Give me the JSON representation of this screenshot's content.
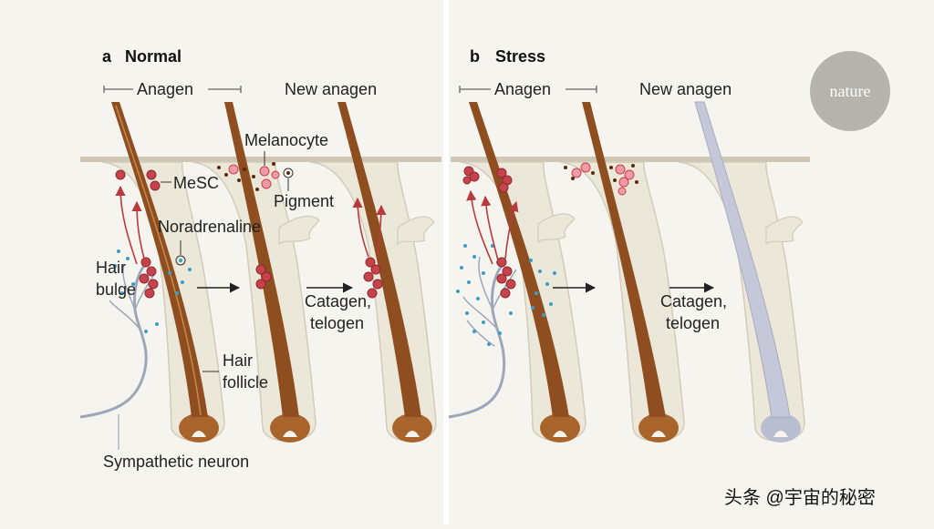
{
  "panels": {
    "a": {
      "letter": "a",
      "title": "Normal"
    },
    "b": {
      "letter": "b",
      "title": "Stress"
    }
  },
  "labels": {
    "anagen": "Anagen",
    "new_anagen": "New anagen",
    "melanocyte": "Melanocyte",
    "mesc": "MeSC",
    "pigment": "Pigment",
    "noradrenaline": "Noradrenaline",
    "hair": "Hair",
    "bulge": "bulge",
    "catagen": "Catagen,",
    "telogen": "telogen",
    "hair_follicle_1": "Hair",
    "hair_follicle_2": "follicle",
    "sympathetic_neuron": "Sympathetic neuron"
  },
  "logo": {
    "text": "nature"
  },
  "watermark": {
    "text": "头条 @宇宙的秘密"
  },
  "colors": {
    "background": "#f6f4ee",
    "skin_surface": "#cdc7b3",
    "follicle": "#ebe7d9",
    "hair_brown": "#8f4e1f",
    "hair_gray": "#c4c8d8",
    "cell_red": "#c7424a",
    "melanocyte_pink": "#ef9aa6",
    "pigment_dark": "#5a2a0c",
    "noradrenaline_blue": "#3d9dc8",
    "neuron_gray": "#9ea6bb",
    "arrow_red": "#b83a3f",
    "logo_bg": "#b6b3ad"
  }
}
